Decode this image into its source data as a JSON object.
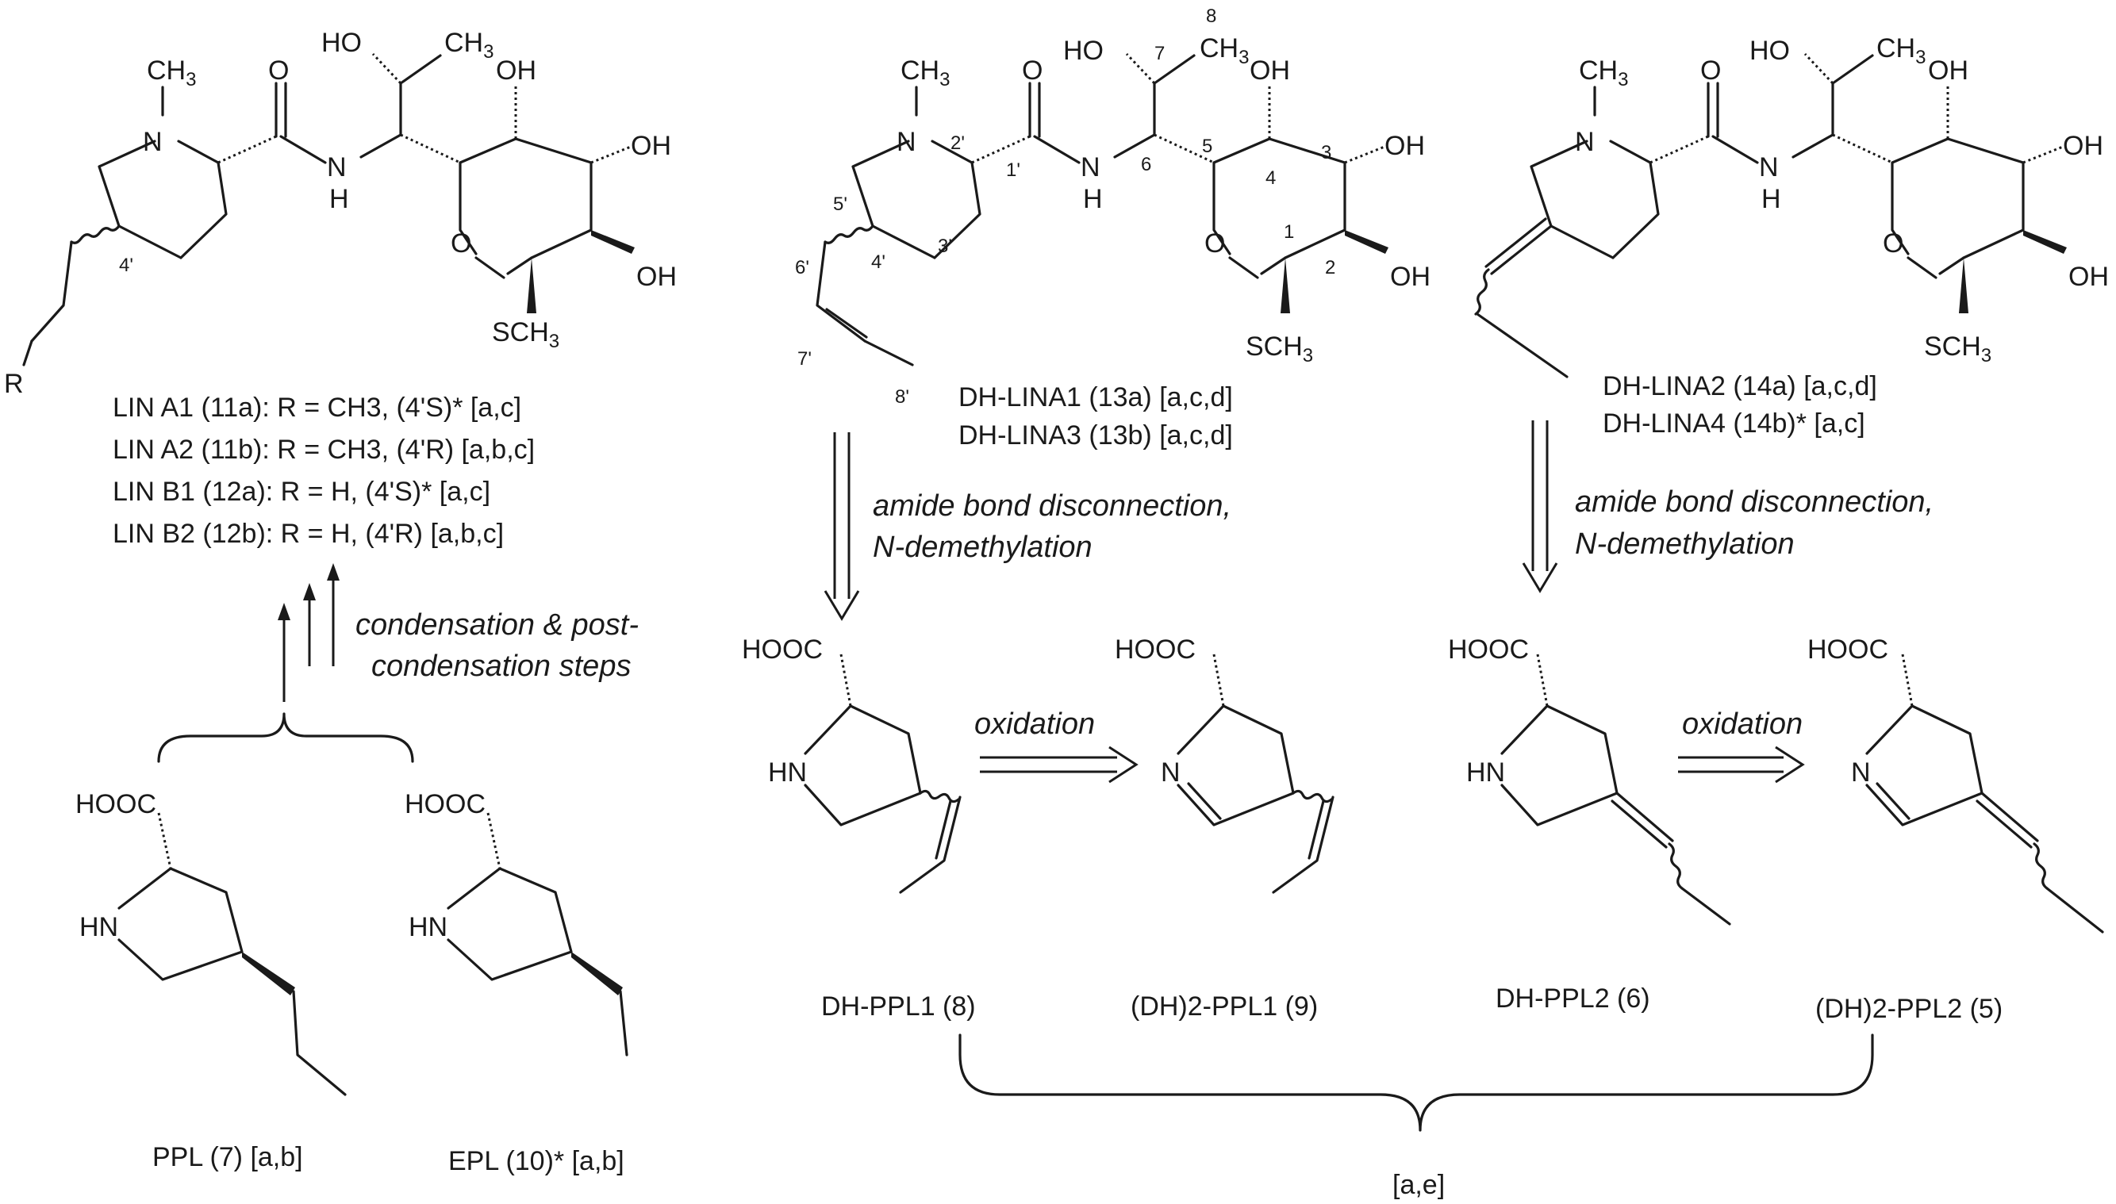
{
  "atoms": {
    "ch3": "CH",
    "three": "3",
    "o": "O",
    "ho": "HO",
    "oh": "OH",
    "n": "N",
    "h": "H",
    "hn": "HN",
    "r": "R",
    "sch3": "SCH",
    "hooc": "HOOC"
  },
  "locants": {
    "n1": "1",
    "n2": "2",
    "n3": "3",
    "n4": "4",
    "n5": "5",
    "n6": "6",
    "n7": "7",
    "n8": "8",
    "p1": "1'",
    "p2": "2'",
    "p3": "3'",
    "p4": "4'",
    "p5": "5'",
    "p6": "6'",
    "p7": "7'",
    "p8": "8'"
  },
  "lincosamides_left": [
    "LIN A1 (11a): R = CH3, (4'S)* [a,c]",
    "LIN A2 (11b): R = CH3, (4'R) [a,b,c]",
    "LIN B1 (12a): R = H, (4'S)* [a,c]",
    "LIN B2 (12b): R = H, (4'R) [a,b,c]"
  ],
  "lincosamides_mid": [
    "DH-LINA1 (13a) [a,c,d]",
    "DH-LINA3 (13b) [a,c,d]"
  ],
  "lincosamides_right": [
    "DH-LINA2 (14a) [a,c,d]",
    "DH-LINA4 (14b)* [a,c]"
  ],
  "step_condensation": [
    "condensation & post-",
    "condensation steps"
  ],
  "step_disconnection": [
    "amide bond disconnection,",
    "N-demethylation"
  ],
  "step_oxidation": "oxidation",
  "precursors": {
    "ppl": "PPL (7) [a,b]",
    "epl": "EPL (10)* [a,b]",
    "dh_ppl1": "DH-PPL1 (8)",
    "dh2_ppl1": "(DH)2-PPL1 (9)",
    "dh_ppl2": "DH-PPL2 (6)",
    "dh2_ppl2": "(DH)2-PPL2 (5)"
  },
  "bottom_refs": "[a,e]"
}
